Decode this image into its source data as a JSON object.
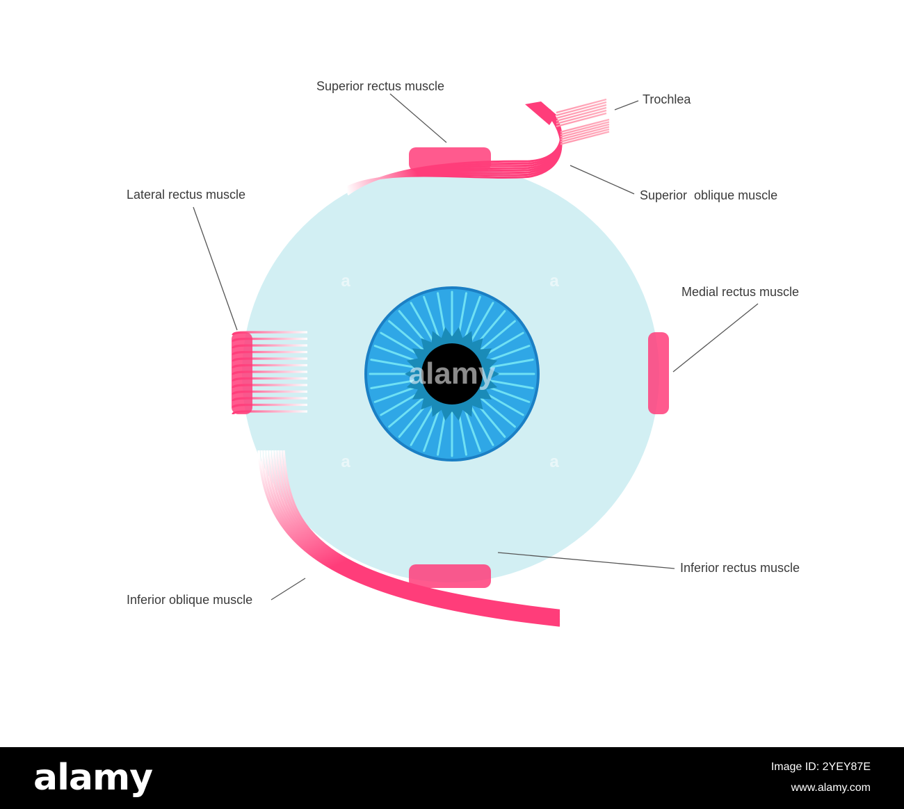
{
  "labels": {
    "superior_rectus": "Superior rectus muscle",
    "trochlea": "Trochlea",
    "lateral_rectus": "Lateral rectus muscle",
    "superior_oblique": "Superior  oblique muscle",
    "medial_rectus": "Medial rectus muscle",
    "inferior_oblique": "Inferior oblique muscle",
    "inferior_rectus": "Inferior rectus muscle"
  },
  "watermark": {
    "text": "alamy"
  },
  "footer": {
    "logo": "alamy",
    "image_id": "Image ID: 2YEY87E",
    "site": "www.alamy.com"
  },
  "colors": {
    "sclera": "#d2eff3",
    "iris": "#2fa7e6",
    "iris_ray": "#6fe0f4",
    "pupil": "#000000",
    "muscle": "#ff3d7a",
    "leader_line": "#555555",
    "footer_bg": "#000000"
  }
}
